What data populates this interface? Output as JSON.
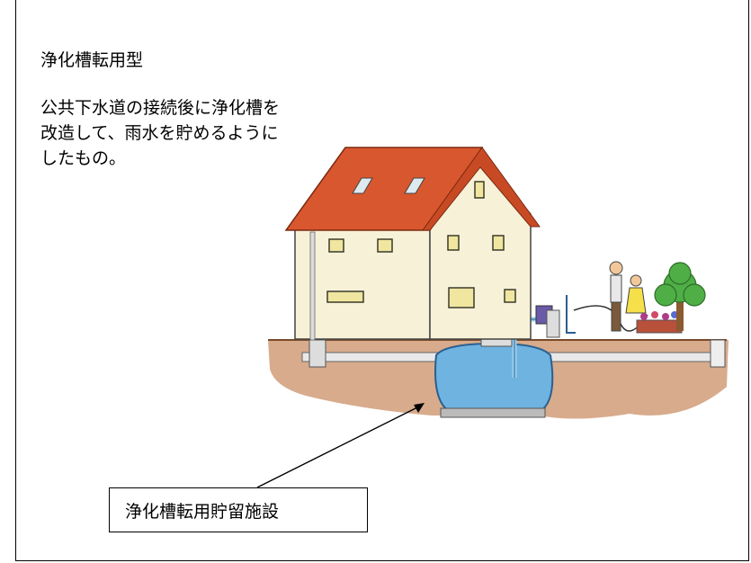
{
  "title": "浄化槽転用型",
  "description": "公共下水道の接続後に浄化槽を改造して、雨水を貯めるようにしたもの。",
  "callout_label": "浄化槽転用貯留施設",
  "colors": {
    "roof": "#d9572e",
    "wall": "#f7f1d8",
    "soil": "#c98f66",
    "tank_water": "#6fb3e0",
    "tree": "#4fae46"
  }
}
